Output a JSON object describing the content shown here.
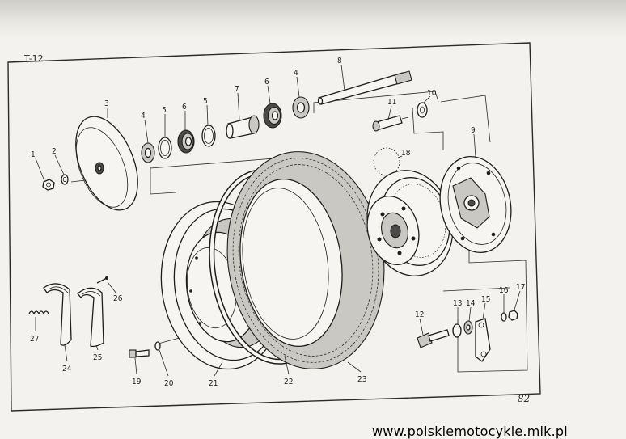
{
  "figure": {
    "sheet_tag": "T-12",
    "page_number": "82"
  },
  "parts": [
    "1",
    "2",
    "3",
    "4",
    "5",
    "6",
    "5",
    "7",
    "6",
    "4",
    "8",
    "11",
    "10",
    "18",
    "9",
    "12",
    "13",
    "14",
    "15",
    "16",
    "17",
    "19",
    "20",
    "21",
    "22",
    "23",
    "24",
    "25",
    "26",
    "27"
  ],
  "footer": {
    "url": "www.polskiemotocykle.mik.pl"
  }
}
